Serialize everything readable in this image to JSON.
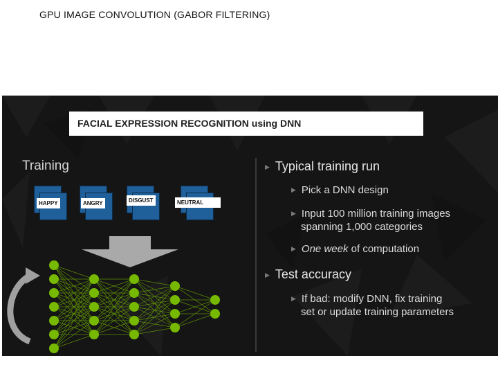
{
  "page_title": "GPU IMAGE CONVOLUTION (GABOR FILTERING)",
  "slide": {
    "banner": "FACIAL EXPRESSION RECOGNITION using DNN",
    "training_label": "Training",
    "expressions": [
      "HAPPY",
      "ANGRY",
      "DISGUST",
      "NEUTRAL"
    ],
    "bullets": {
      "typical_run": "Typical training run",
      "pick_design": "Pick a DNN design",
      "input_line1": "Input 100 million training images",
      "input_line2": "spanning 1,000 categories",
      "one_week": "One week",
      "of_computation": " of computation",
      "test_accuracy": "Test accuracy",
      "if_bad_line1": "If bad: modify DNN, fix training",
      "if_bad_line2": "set or update training parameters"
    },
    "colors": {
      "background": "#151515",
      "node": "#76b900",
      "card": "#1f5f9a"
    }
  }
}
